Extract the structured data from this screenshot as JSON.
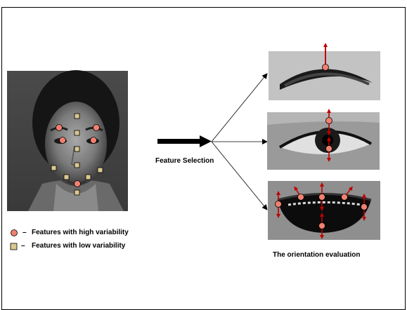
{
  "labels": {
    "feature_selection": "Feature Selection",
    "orientation_evaluation": "The orientation evaluation"
  },
  "legend": {
    "high": "Features with high variability",
    "low": "Features with low variability",
    "high_dash": "–",
    "low_dash": "–"
  },
  "colors": {
    "high_marker": "#f08070",
    "low_marker": "#d8c890",
    "arrow": "#c00000"
  },
  "icons": {
    "face_photo": "face-photo",
    "eyebrow_crop": "eyebrow-crop",
    "eye_crop": "eye-crop",
    "mouth_crop": "mouth-crop"
  }
}
